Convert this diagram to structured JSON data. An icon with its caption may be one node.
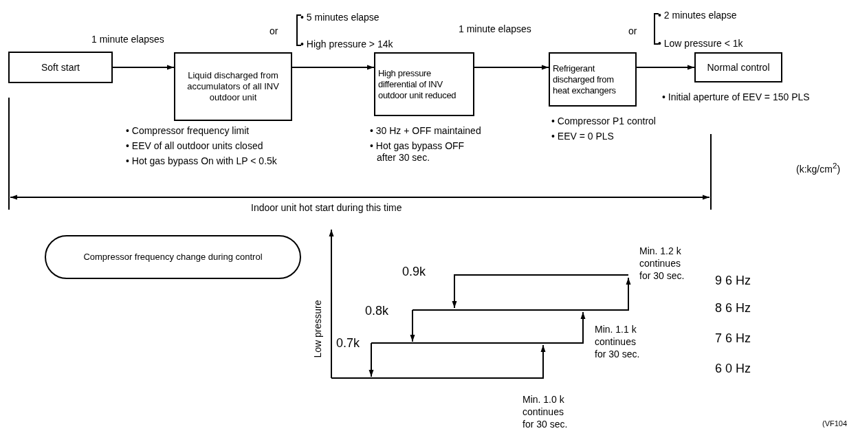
{
  "diagram": {
    "nodes": [
      {
        "text": [
          "Soft start"
        ]
      },
      {
        "text": [
          "Liquid discharged from accumulators of all INV outdoor unit"
        ],
        "beside": [
          "• Compressor frequency limit",
          "• EEV of all outdoor units closed",
          "• Hot gas bypass On with LP < 0.5k"
        ]
      },
      {
        "text": [
          "High pressure differential of INV outdoor unit reduced"
        ],
        "beside": [
          "• 30 Hz + OFF maintained",
          "• Hot gas bypass OFF after 30 sec."
        ]
      },
      {
        "text": [
          "Refrigerant discharged from heat exchangers"
        ],
        "beside": [
          "• Compressor P1 control",
          "• EEV = 0 PLS"
        ]
      },
      {
        "text": [
          "Normal control"
        ],
        "beside": [
          "• Initial aperture of EEV = 150 PLS"
        ]
      },
      {
        "text": [
          "Compressor frequency change during control"
        ]
      }
    ],
    "edges": [
      {
        "from": 0,
        "to": 1,
        "arrow": "to",
        "label": "1 minute elapses"
      },
      {
        "from": 1,
        "to": 2,
        "arrow": "to"
      },
      {
        "from": 2,
        "to": 3,
        "arrow": "to",
        "label": "1 minute elapses"
      },
      {
        "from": 3,
        "to": 4,
        "arrow": "to"
      }
    ],
    "labels": [
      "or",
      "• 5 minutes elapse",
      "• High pressure > 14k",
      "or",
      "• 2 minutes elapse",
      "• Low pressure < 1k",
      "(k:kg/cm$^{2}$)",
      "Indoor unit hot start during this time",
      "Min. 1.2 k continues for 30 sec.",
      "0.9k",
      "9 6 Hz",
      "0.8k",
      "8 6 Hz",
      "Min. 1.1 k continues for 30 sec.",
      "0.7k",
      "7 6 Hz",
      "Low pressure",
      "6 0 Hz",
      "Min. 1.0 k continues for 30 sec.",
      "(VF104"
    ]
  }
}
